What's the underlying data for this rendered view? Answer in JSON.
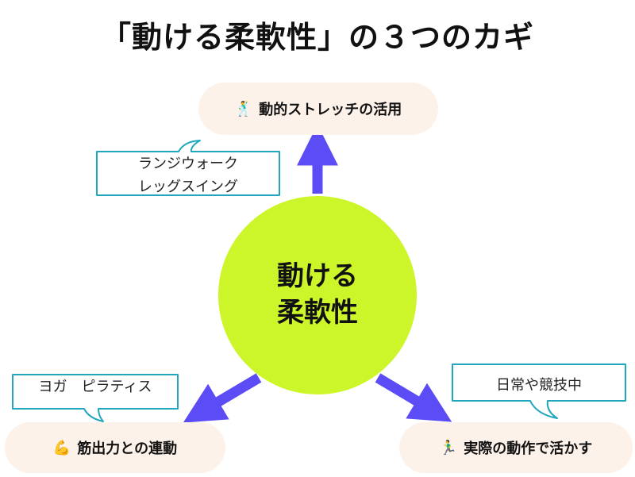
{
  "title": "「動ける柔軟性」の３つのカギ",
  "center": {
    "line1": "動ける",
    "line2": "柔軟性"
  },
  "nodes": {
    "top": {
      "icon": "🕺",
      "label": "動的ストレッチの活用"
    },
    "left": {
      "icon": "💪",
      "label": "筋出力との連動"
    },
    "right": {
      "icon": "🏃‍♂️",
      "label": "実際の動作で活かす"
    }
  },
  "callouts": {
    "top": {
      "line1": "ランジウォーク",
      "line2": "レッグスイング"
    },
    "left": {
      "line1": "ヨガ　ピラティス"
    },
    "right": {
      "line1": "日常や競技中"
    }
  },
  "colors": {
    "circle": "#ccf62a",
    "arrow": "#5b4cf5",
    "pill_bg": "#fdf2ea",
    "callout_border": "#20a6bd"
  }
}
